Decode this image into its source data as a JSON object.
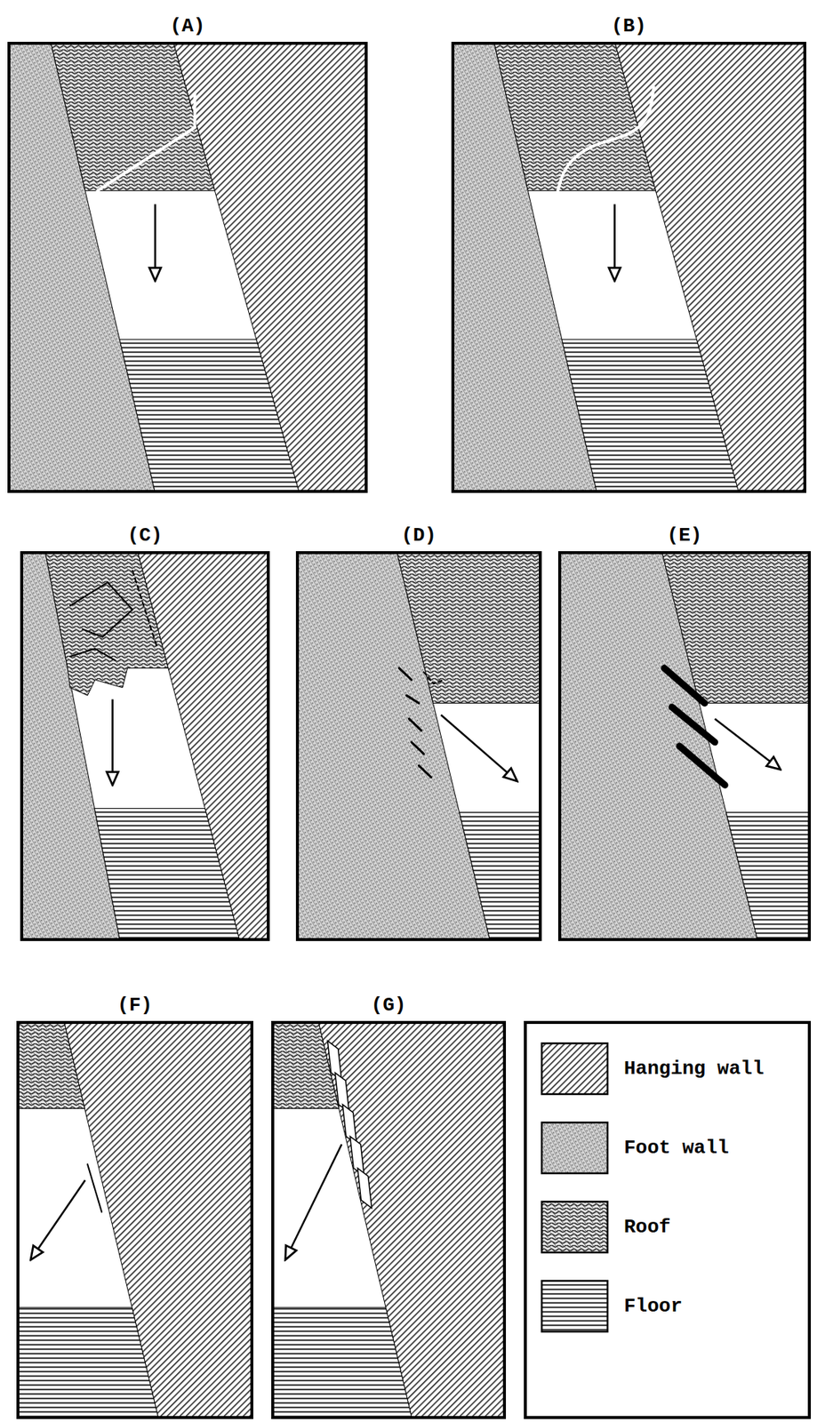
{
  "diagram": {
    "nodes": [
      {
        "text": [
          "(A)"
        ]
      },
      {
        "text": [
          "(B)"
        ]
      },
      {
        "text": [
          "(C)"
        ]
      },
      {
        "text": [
          "(D)"
        ]
      },
      {
        "text": [
          "(E)"
        ]
      },
      {
        "text": [
          "(F)"
        ]
      },
      {
        "text": [
          "(G)"
        ]
      }
    ],
    "legend": [
      {
        "text": "Hanging wall"
      },
      {
        "text": "Foot wall"
      },
      {
        "text": "Roof"
      },
      {
        "text": "Floor"
      }
    ]
  }
}
